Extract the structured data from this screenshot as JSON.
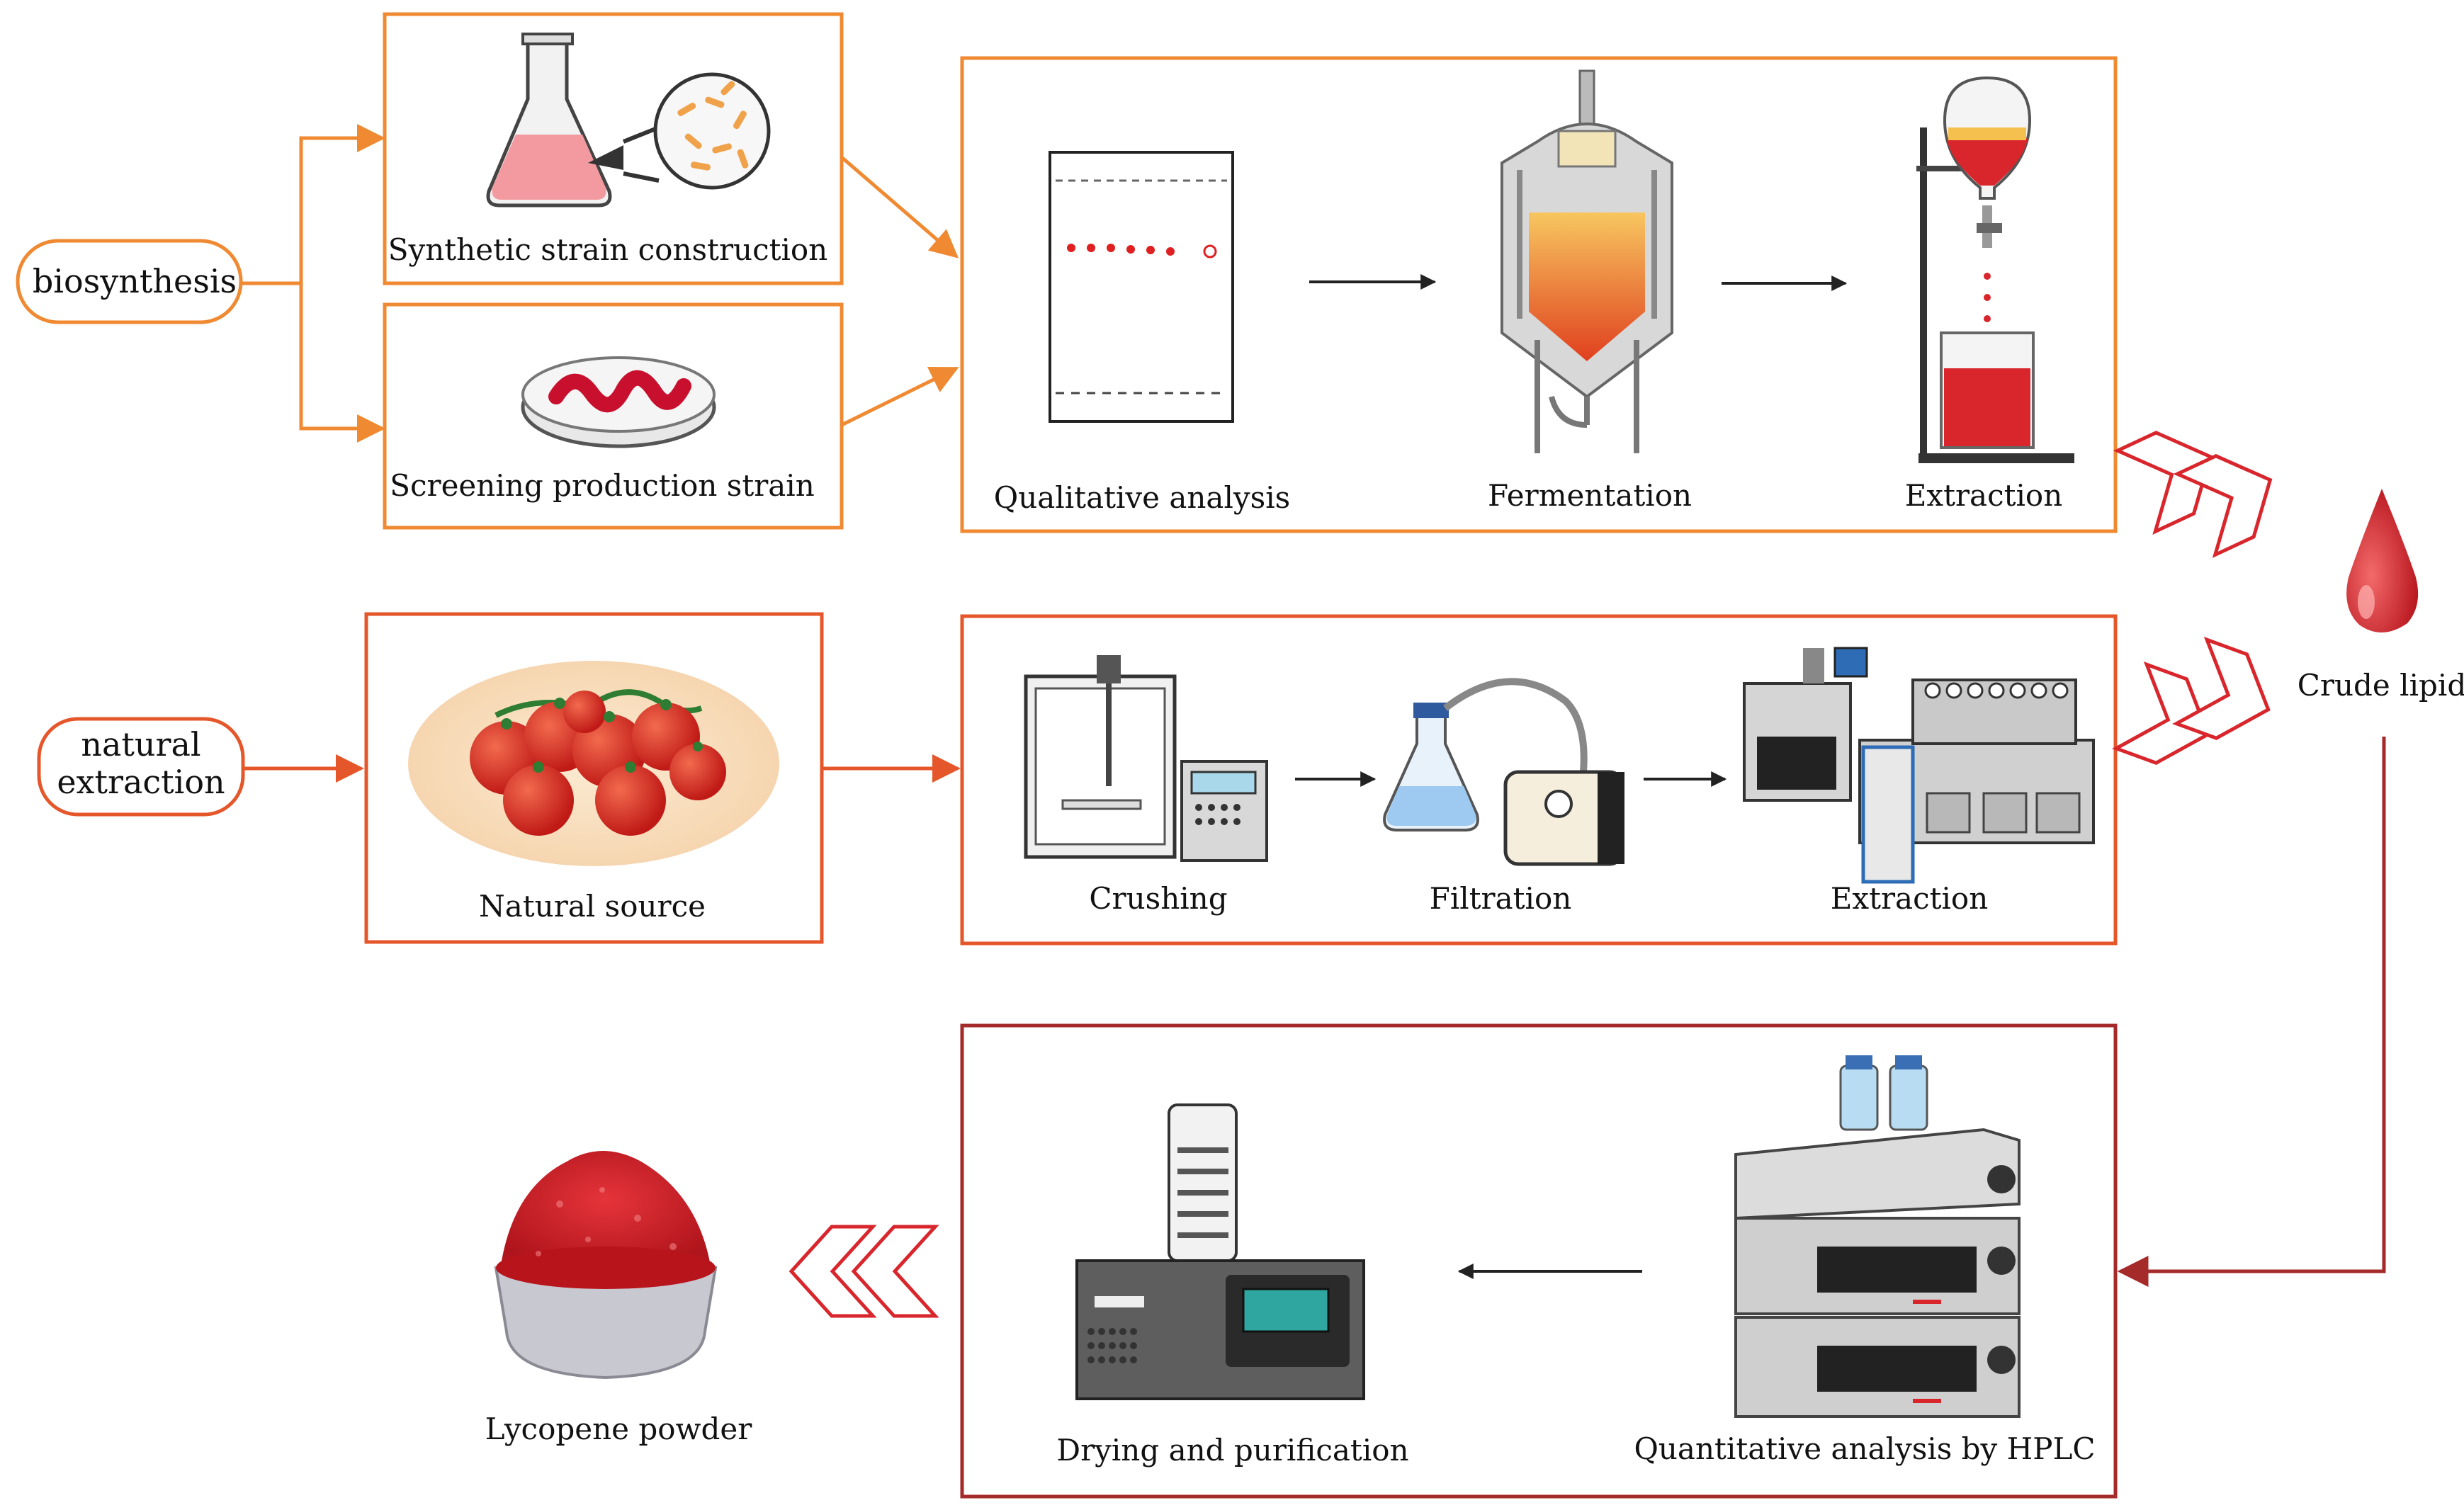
{
  "colors": {
    "orange": "#F08A32",
    "orange_red": "#E5572A",
    "dark_red": "#A52A2A",
    "red": "#D8262C",
    "arrow_black": "#222222"
  },
  "routes": {
    "biosynthesis": "biosynthesis",
    "natural_extraction_line1": "natural",
    "natural_extraction_line2": "extraction"
  },
  "biosynthesis": {
    "synthetic_strain": "Synthetic strain construction",
    "screening_strain": "Screening production strain",
    "steps": [
      "Qualitative analysis",
      "Fermentation",
      "Extraction"
    ]
  },
  "natural": {
    "source": "Natural source",
    "steps": [
      "Crushing",
      "Filtration",
      "Extraction"
    ]
  },
  "crude": {
    "label": "Crude lipid"
  },
  "purification": {
    "steps": [
      "Drying and purification",
      "Quantitative analysis by HPLC"
    ]
  },
  "product": {
    "label": "Lycopene powder"
  },
  "icons": [
    "flask-icon",
    "petri-dish-icon",
    "tlc-plate-icon",
    "fermenter-icon",
    "separatory-funnel-icon",
    "tomatoes-icon",
    "homogenizer-icon",
    "vacuum-filtration-icon",
    "extraction-apparatus-icon",
    "blood-drop-icon",
    "freeze-dryer-icon",
    "hplc-icon",
    "powder-bowl-icon"
  ]
}
